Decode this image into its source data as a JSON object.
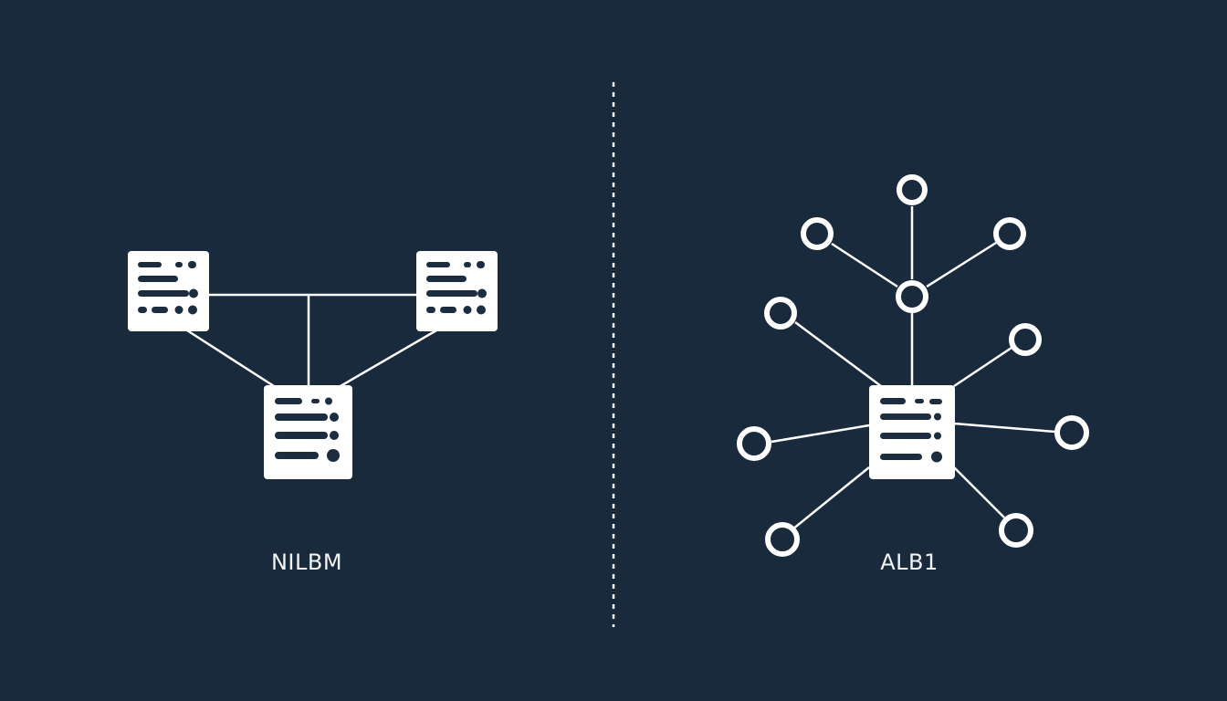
{
  "colors": {
    "background": "#182a3b",
    "foreground": "#ffffff",
    "ink": "#1b2d3e"
  },
  "panels": {
    "left": {
      "label": "NILBM",
      "topology": "mesh-of-three-servers",
      "icons": [
        "server-icon",
        "server-icon",
        "server-icon"
      ]
    },
    "right": {
      "label": "ALB1",
      "topology": "hub-and-spoke",
      "hub_icon": "server-icon",
      "node_icon": "node-circle-icon",
      "node_count": 10
    }
  },
  "divider": {
    "style": "dashed"
  }
}
